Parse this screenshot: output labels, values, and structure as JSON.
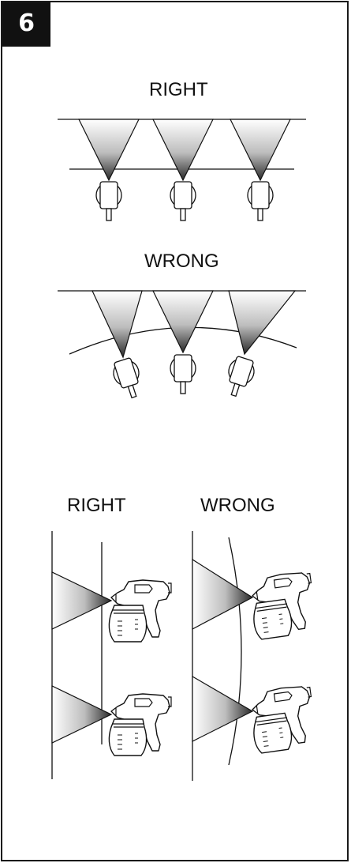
{
  "step": {
    "number": "6"
  },
  "top_section": {
    "right_label": "RIGHT",
    "wrong_label": "WRONG"
  },
  "side_section": {
    "right_label": "RIGHT",
    "wrong_label": "WRONG"
  },
  "colors": {
    "ink": "#111111",
    "badge_bg": "#111111",
    "badge_text": "#ffffff"
  },
  "icons": [
    "spray-cone",
    "spray-nozzle-top-view",
    "spray-gun-side-view"
  ]
}
